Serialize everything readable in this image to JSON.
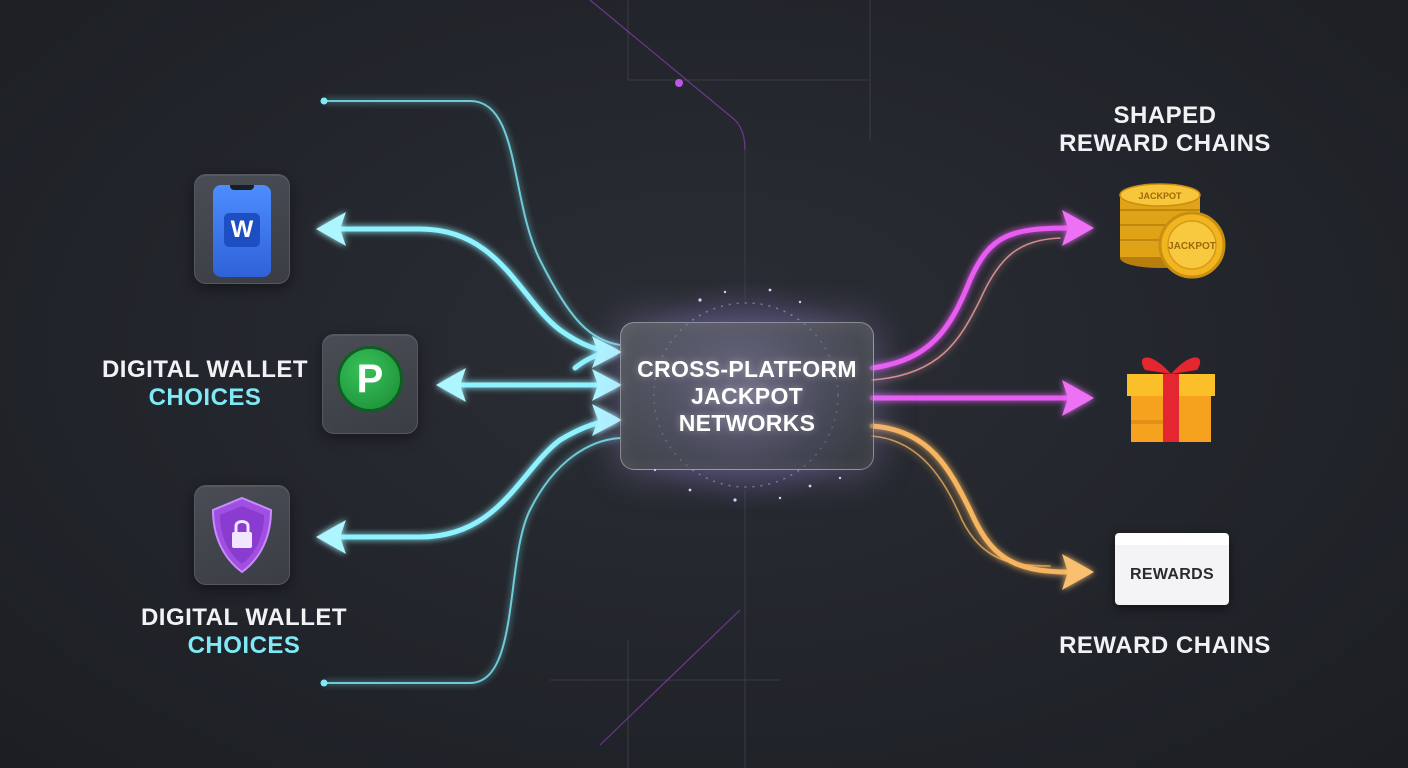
{
  "hub": {
    "lines": [
      "CROSS-PLATFORM",
      "JACKPOT",
      "NETWORKS"
    ]
  },
  "left": {
    "label_upper": {
      "line1": "DIGITAL WALLET",
      "line2": "CHOICES"
    },
    "label_lower": {
      "line1": "DIGITAL WALLET",
      "line2": "CHOICES"
    },
    "icons": [
      {
        "name": "phone-w-icon",
        "glyph": "W"
      },
      {
        "name": "p-app-icon",
        "glyph": "P"
      },
      {
        "name": "shield-lock-icon"
      }
    ]
  },
  "right": {
    "label_top": {
      "line1": "SHAPED",
      "line2": "REWARD CHAINS"
    },
    "label_bottom": "REWARD CHAINS",
    "coin_text": "JACKPOT",
    "card_text": "REWARDS",
    "icons": [
      "jackpot-coins-icon",
      "gift-box-icon",
      "rewards-card-icon"
    ]
  },
  "colors": {
    "cyan": "#7fe9f5",
    "magenta": "#e85bf2",
    "amber": "#f6b560",
    "violet": "#a04fe0",
    "green": "#1f9a3a",
    "blue": "#3d7af0",
    "gold": "#f3b51f"
  }
}
